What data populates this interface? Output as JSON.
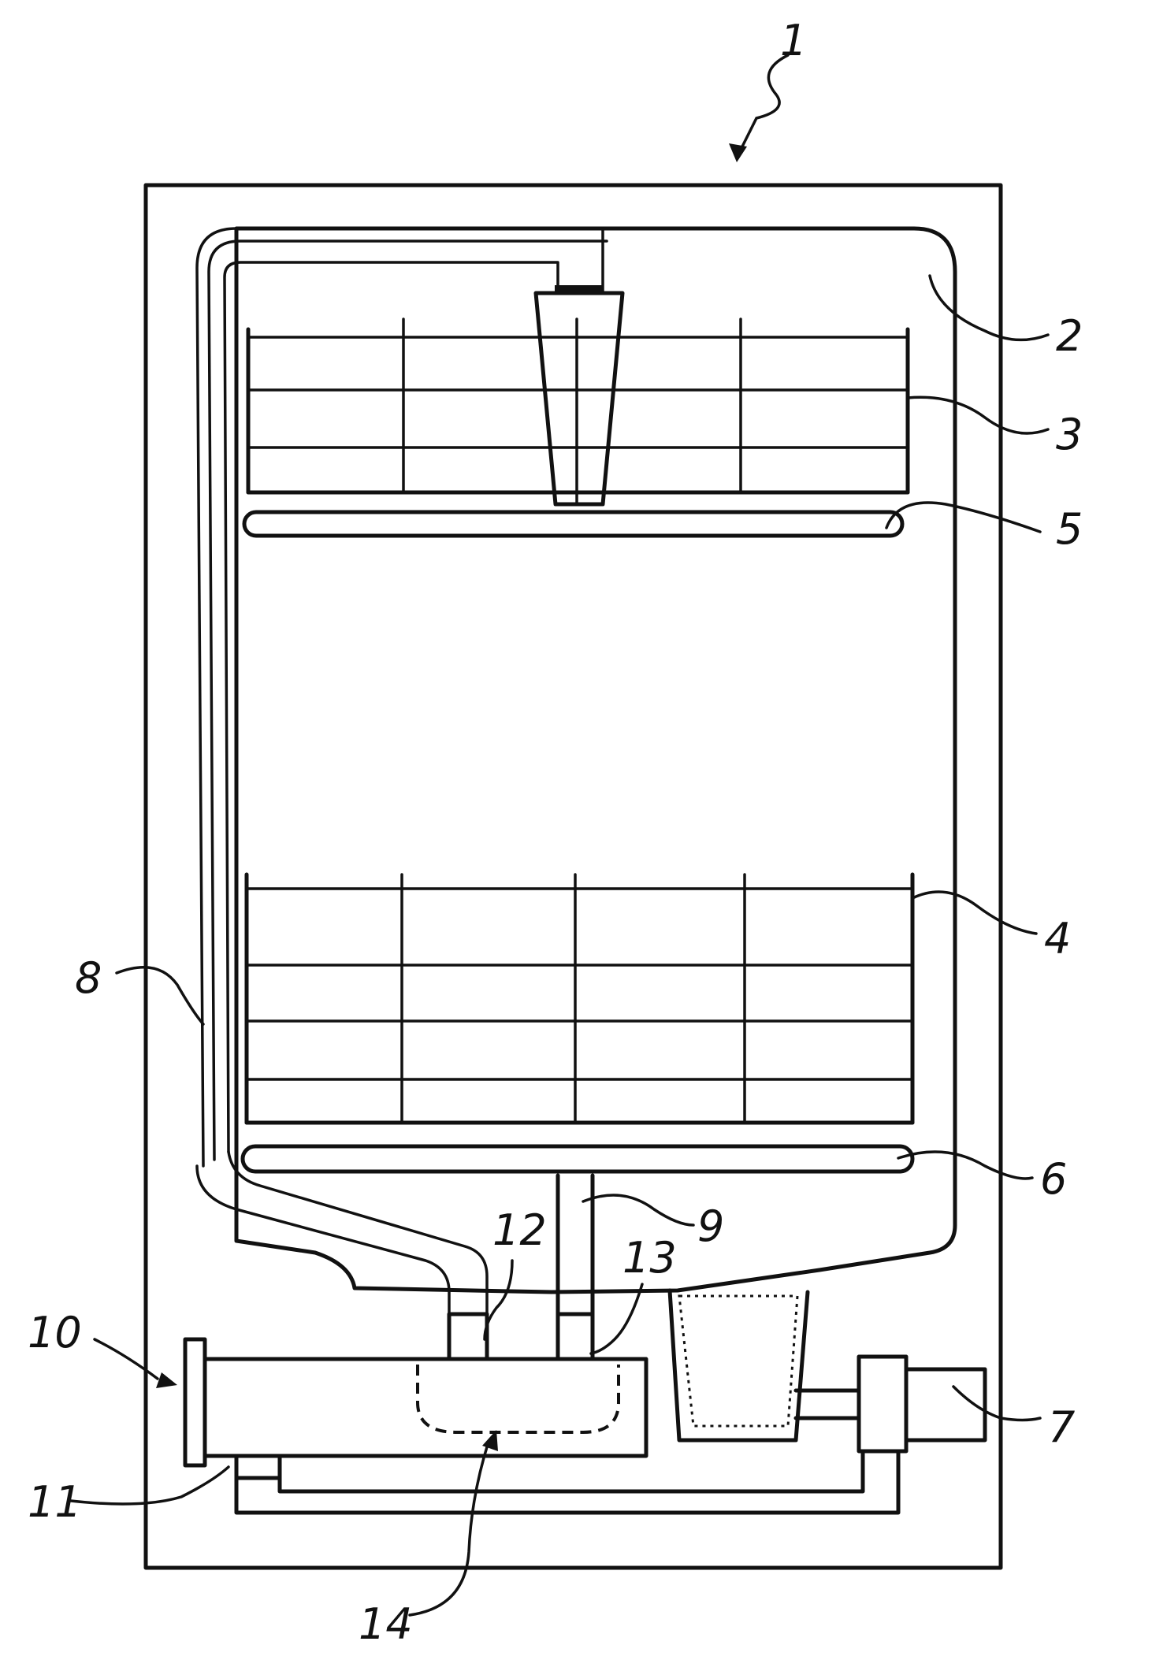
{
  "reference_numerals": {
    "apparatus": "1",
    "wash_chamber": "2",
    "upper_rack": "3",
    "lower_rack": "4",
    "upper_spray_arm": "5",
    "lower_spray_arm": "6",
    "circulation_pump": "7",
    "supply_line": "8",
    "supply_pipe": "9",
    "heater_housing": "10",
    "connection_11": "11",
    "connection_12": "12",
    "connection_13": "13",
    "chamber_14": "14"
  }
}
